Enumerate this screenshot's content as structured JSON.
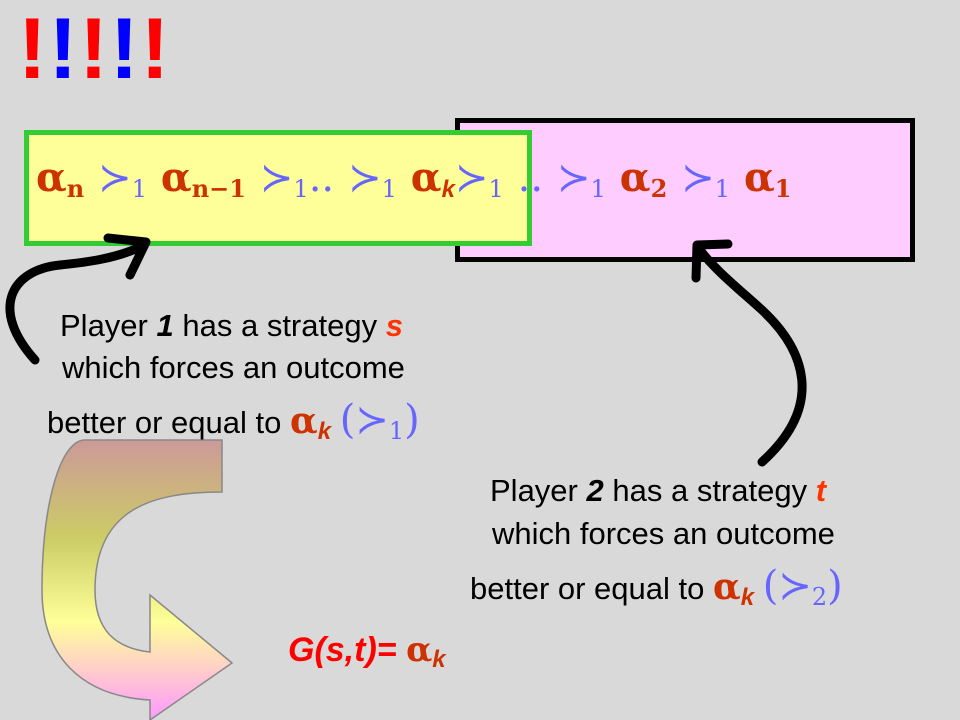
{
  "marks": {
    "excl_red": "!",
    "excl_blue": "!"
  },
  "sequence": {
    "a": "α",
    "succ": "≻",
    "one": "1",
    "n": "n",
    "n_minus_1": "n−1",
    "dots": "..",
    "k": "k",
    "two": "2"
  },
  "player1": {
    "line1_pre": "Player",
    "num": "1",
    "line1_mid": "has a strategy",
    "var": "s",
    "line2": "which forces an outcome",
    "line3": "better or equal to",
    "paren_open": "(",
    "paren_close": ")",
    "pref_sub": "1"
  },
  "player2": {
    "line1_pre": "Player",
    "num": "2",
    "line1_mid": "has a strategy",
    "var": "t",
    "line2": "which forces an outcome",
    "line3": "better or equal to",
    "paren_open": "(",
    "paren_close": ")",
    "pref_sub": "2"
  },
  "result": {
    "label": "G(s,t)="
  },
  "colors": {
    "pink": "#ffccff",
    "yellow": "#ffff99",
    "green": "#33cc33",
    "alpha": "#cc3300",
    "pref": "#6666ff"
  }
}
